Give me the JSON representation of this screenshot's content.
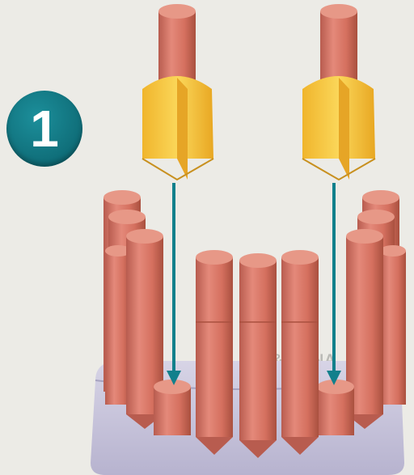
{
  "step": {
    "number": "1"
  },
  "background_text": {
    "header": "& CANA",
    "lines": [
      "",
      "",
      "",
      ""
    ]
  },
  "colors": {
    "badge": "#0f6d78",
    "arrow": "#11808c",
    "cylinder": "#d9796a",
    "cylinder_dark": "#b95d50",
    "cap": "#f4c63c",
    "base": "#c9c6dc",
    "background": "#ecebe6"
  },
  "icons": [
    "step-number-badge",
    "arrow-down-icon"
  ]
}
